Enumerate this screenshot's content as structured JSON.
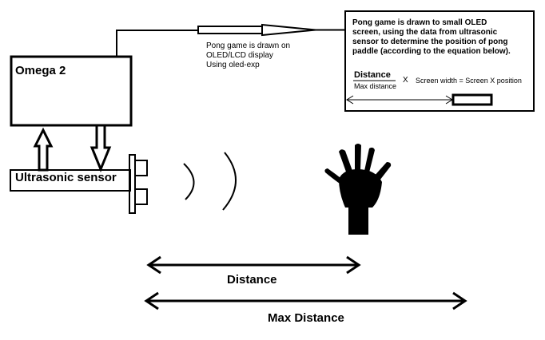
{
  "omega": {
    "label": "Omega 2"
  },
  "sensor": {
    "label": "Ultrasonic sensor"
  },
  "link_note": {
    "lines": [
      "Pong game is drawn on",
      "OLED/LCD display",
      "Using oled-exp"
    ]
  },
  "oled_box": {
    "description": "Pong game is drawn to small OLED  screen, using the data from ultrasonic sensor to determine the position of pong paddle (according to the equation below).",
    "fraction_numerator": "Distance",
    "fraction_denominator": "Max distance",
    "times_symbol": "X",
    "equation_rest": "Screen  width =  Screen  X position"
  },
  "measures": {
    "distance_label": "Distance",
    "max_distance_label": "Max Distance"
  },
  "colors": {
    "ink": "#000000",
    "background": "#ffffff"
  },
  "icons": [
    "hand-icon",
    "sound-wave-icon",
    "arrow-up-icon",
    "arrow-down-icon",
    "double-arrow-icon"
  ]
}
